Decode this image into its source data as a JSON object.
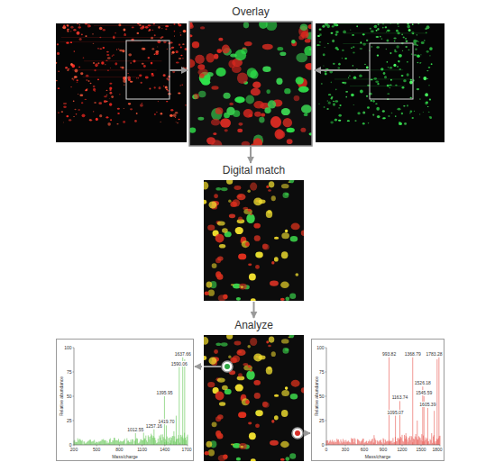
{
  "diagram": {
    "nodes": [
      {
        "text": [
          "Overlay"
        ]
      },
      {
        "text": [
          "Digital match"
        ]
      },
      {
        "text": [
          "Analyze"
        ]
      },
      {
        "text": [
          "Relative abundance",
          "Mass/charge"
        ]
      },
      {
        "text": [
          "Relative abundance",
          "Mass/charge"
        ]
      }
    ],
    "edges": [
      {
        "from": 0,
        "to": 1,
        "arrow": "to"
      },
      {
        "from": 1,
        "to": 2,
        "arrow": "to"
      },
      {
        "from": 2,
        "to": 3,
        "arrow": "to"
      },
      {
        "from": 2,
        "to": 4,
        "arrow": "to"
      }
    ],
    "labels": [
      "100",
      "75",
      "50",
      "25",
      "0",
      "200",
      "500",
      "800",
      "1100",
      "1400",
      "1700",
      "1012.55",
      "1257.16",
      "1395.95",
      "1419.70",
      "1590.06",
      "1637.66",
      "100",
      "75",
      "50",
      "25",
      "0",
      "0",
      "300",
      "600",
      "900",
      "1200",
      "1500",
      "1800",
      "993.82",
      "1095.07",
      "1163.74",
      "1368.79",
      "1526.18",
      "1545.59",
      "1605.39",
      "1783.28"
    ]
  }
}
